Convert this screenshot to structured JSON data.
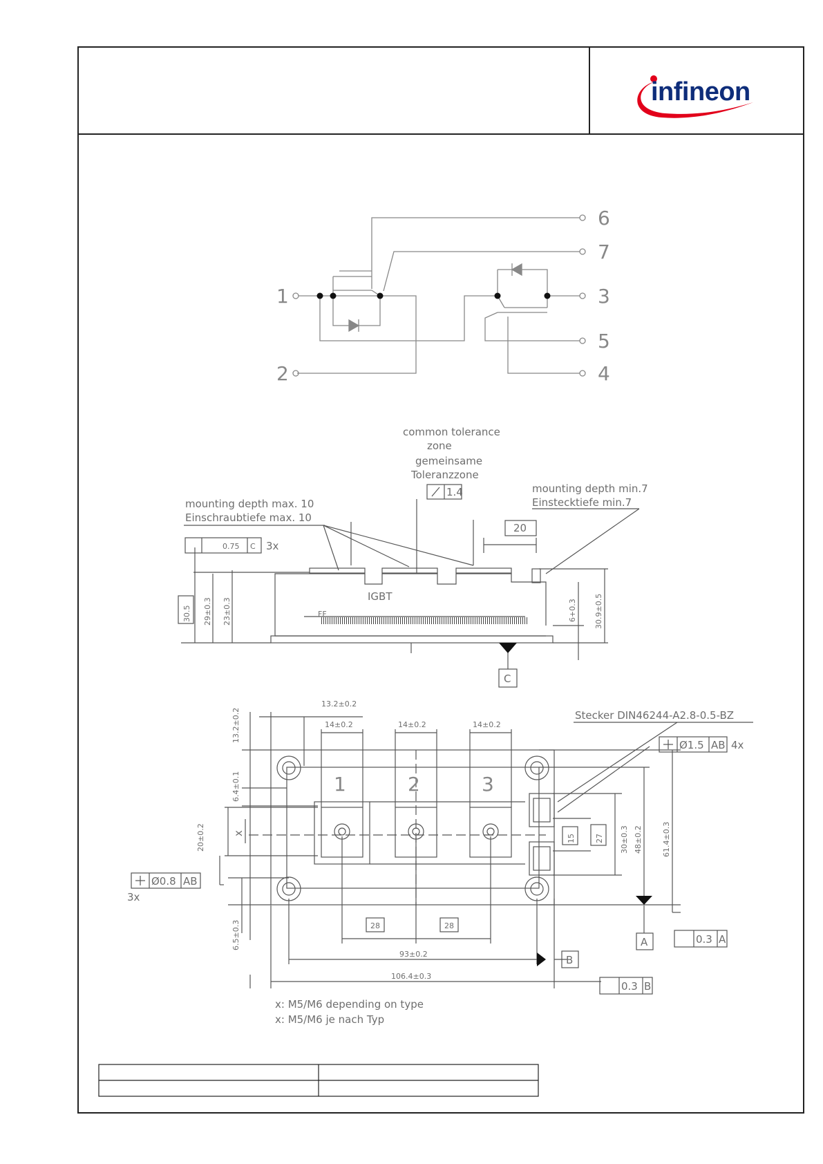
{
  "brand": {
    "logo_text": "infineon",
    "accent": "#e2001a",
    "ink": "#0e2d7a"
  },
  "circuit": {
    "pins": [
      "1",
      "2",
      "3",
      "4",
      "5",
      "6",
      "7"
    ]
  },
  "side_view": {
    "common_zone_en_1": "common tolerance",
    "common_zone_en_2": "zone",
    "common_zone_de_1": "gemeinsame",
    "common_zone_de_2": "Toleranzzone",
    "flat_tol": "1.4",
    "mount_max_en": "mounting depth max. 10",
    "mount_max_de": "Einschraubtiefe max. 10",
    "mount_min_en": "mounting depth min.7",
    "mount_min_de": "Einstecktiefe min.7",
    "parallel_tol": "0.75",
    "parallel_ref": "C",
    "count_3x": "3x",
    "dim_20": "20",
    "dim_30_5": "30.5",
    "dim_29": "29±0.3",
    "dim_23": "23±0.3",
    "dim_6": "6+0.3",
    "dim_30_9": "30.9±0.5",
    "datum_c": "C",
    "marking_igbt": "IGBT",
    "marking_ff": "FF"
  },
  "top_view": {
    "dim_13_2a": "13.2±0.2",
    "dim_13_2b": "13.2±0.2",
    "dim_14a": "14±0.2",
    "dim_14b": "14±0.2",
    "dim_14c": "14±0.2",
    "connector": "Stecker DIN46244-A2.8-0.5-BZ",
    "pos_tol_1": "Ø1.5",
    "pos_ref_1": "AB",
    "count_4x": "4x",
    "terminal_1": "1",
    "terminal_2": "2",
    "terminal_3": "3",
    "dim_6_4": "6.4±0.1",
    "dim_20": "20±0.2",
    "x_label": "x",
    "pos_tol_2": "Ø0.8",
    "pos_ref_2": "AB",
    "count_3x": "3x",
    "dim_6_5": "6.5±0.3",
    "dim_15": "15",
    "dim_27": "27",
    "dim_30": "30±0.3",
    "dim_48": "48±0.2",
    "dim_61_4": "61.4±0.3",
    "dim_28a": "28",
    "dim_28b": "28",
    "dim_93": "93±0.2",
    "dim_106_4": "106.4±0.3",
    "datum_a": "A",
    "datum_b": "B",
    "sym_tol_a": "0.3",
    "sym_ref_a": "A",
    "sym_tol_b": "0.3",
    "sym_ref_b": "B"
  },
  "notes": {
    "note_en": "x: M5/M6 depending on type",
    "note_de": "x: M5/M6 je nach Typ"
  }
}
